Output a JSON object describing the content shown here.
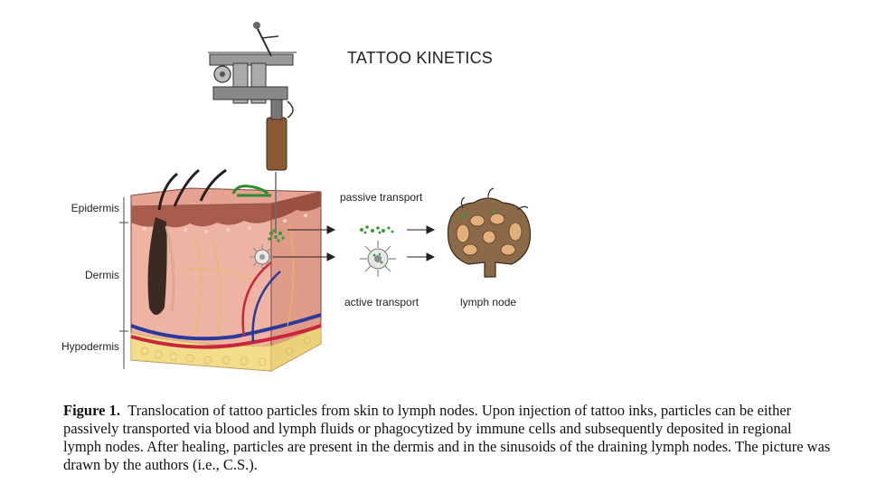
{
  "figure": {
    "title": "TATTOO KINETICS",
    "layers": {
      "epidermis": "Epidermis",
      "dermis": "Dermis",
      "hypodermis": "Hypodermis"
    },
    "labels": {
      "passive": "passive transport",
      "active": "active transport",
      "lymph_node": "lymph node"
    },
    "colors": {
      "skin": "#e8a898",
      "epidermis": "#b86a5a",
      "fat": "#f3dc8a",
      "blood_red": "#c8263a",
      "blood_blue": "#2a3a9a",
      "ink": "#2e8a2e",
      "node": "#8a6a48"
    }
  },
  "caption": {
    "label": "Figure 1.",
    "text": "Translocation of tattoo particles from skin to lymph nodes. Upon injection of tattoo inks, particles can be either passively transported via blood and lymph fluids or phagocytized by immune cells and subsequently deposited in regional lymph nodes. After healing, particles are present in the dermis and in the sinusoids of the draining lymph nodes. The picture was drawn by the authors (i.e., C.S.)."
  }
}
